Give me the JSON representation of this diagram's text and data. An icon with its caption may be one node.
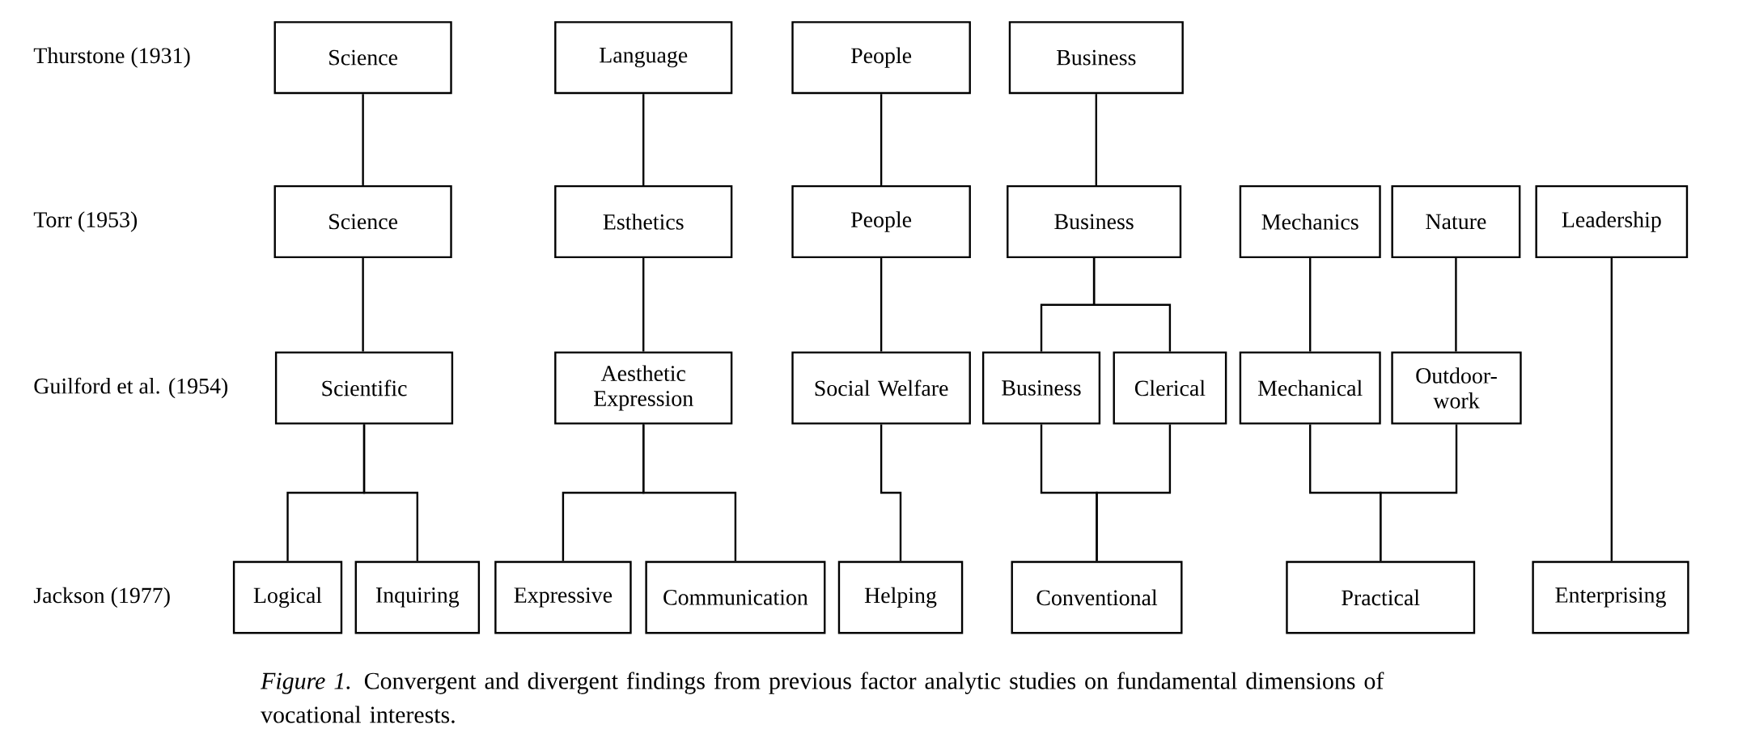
{
  "diagram": {
    "caption": "*Figure 1.* Convergent and divergent findings from previous factor analytic studies on fundamental dimensions of vocational interests.",
    "nodes": [
      {
        "text": [
          "Science"
        ]
      },
      {
        "text": [
          "Language"
        ]
      },
      {
        "text": [
          "People"
        ]
      },
      {
        "text": [
          "Business"
        ]
      },
      {
        "text": [
          "Science"
        ]
      },
      {
        "text": [
          "Esthetics"
        ]
      },
      {
        "text": [
          "People"
        ]
      },
      {
        "text": [
          "Business"
        ]
      },
      {
        "text": [
          "Mechanics"
        ]
      },
      {
        "text": [
          "Nature"
        ]
      },
      {
        "text": [
          "Leadership"
        ]
      },
      {
        "text": [
          "Scientific"
        ]
      },
      {
        "text": [
          "Aesthetic Expression"
        ]
      },
      {
        "text": [
          "Social Welfare"
        ]
      },
      {
        "text": [
          "Business"
        ]
      },
      {
        "text": [
          "Clerical"
        ]
      },
      {
        "text": [
          "Mechanical"
        ]
      },
      {
        "text": [
          "Outdoor-work"
        ]
      },
      {
        "text": [
          "Logical"
        ]
      },
      {
        "text": [
          "Inquiring"
        ]
      },
      {
        "text": [
          "Expressive"
        ]
      },
      {
        "text": [
          "Communication"
        ]
      },
      {
        "text": [
          "Helping"
        ]
      },
      {
        "text": [
          "Conventional"
        ]
      },
      {
        "text": [
          "Practical"
        ]
      },
      {
        "text": [
          "Enterprising"
        ]
      }
    ],
    "edges": [
      {
        "from": 0,
        "to": 4,
        "arrow": "none"
      },
      {
        "from": 1,
        "to": 5,
        "arrow": "none"
      },
      {
        "from": 2,
        "to": 6,
        "arrow": "none"
      },
      {
        "from": 3,
        "to": 7,
        "arrow": "none"
      },
      {
        "from": 4,
        "to": 11,
        "arrow": "none"
      },
      {
        "from": 5,
        "to": 12,
        "arrow": "none"
      },
      {
        "from": 6,
        "to": 13,
        "arrow": "none"
      },
      {
        "from": 7,
        "to": 14,
        "arrow": "none"
      },
      {
        "from": 7,
        "to": 15,
        "arrow": "none"
      },
      {
        "from": 8,
        "to": 16,
        "arrow": "none"
      },
      {
        "from": 9,
        "to": 17,
        "arrow": "none"
      },
      {
        "from": 10,
        "to": 25,
        "arrow": "none"
      },
      {
        "from": 11,
        "to": 18,
        "arrow": "none"
      },
      {
        "from": 11,
        "to": 19,
        "arrow": "none"
      },
      {
        "from": 12,
        "to": 20,
        "arrow": "none"
      },
      {
        "from": 12,
        "to": 21,
        "arrow": "none"
      },
      {
        "from": 13,
        "to": 22,
        "arrow": "none"
      },
      {
        "from": 14,
        "to": 23,
        "arrow": "none"
      },
      {
        "from": 15,
        "to": 23,
        "arrow": "none"
      },
      {
        "from": 16,
        "to": 24,
        "arrow": "none"
      },
      {
        "from": 17,
        "to": 24,
        "arrow": "none"
      }
    ],
    "labels": [
      "Thurstone (1931)",
      "Torr (1953)",
      "Guilford et al. (1954)",
      "Jackson (1977)"
    ]
  }
}
